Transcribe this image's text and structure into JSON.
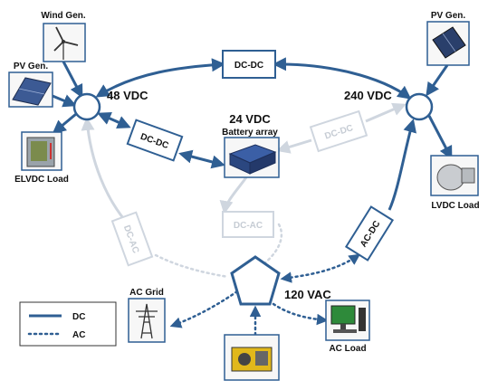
{
  "labels": {
    "wind_gen": "Wind Gen.",
    "pv_gen_left": "PV Gen.",
    "pv_gen_right": "PV Gen.",
    "elvdc_load": "ELVDC Load",
    "lvdc_load": "LVDC Load",
    "bus_48": "48 VDC",
    "bus_240": "240 VDC",
    "bus_24": "24 VDC",
    "battery_array": "Battery array",
    "bus_120": "120 VAC",
    "ac_grid": "AC Grid",
    "ac_load": "AC Load"
  },
  "converters": {
    "top": "DC-DC",
    "left": "DC-DC",
    "right_faded": "DC-DC",
    "center_faded": "DC-AC",
    "left_faded": "DC-AC",
    "right": "AC-DC"
  },
  "legend": {
    "dc": "DC",
    "ac": "AC"
  },
  "colors": {
    "line": "#2f5f93",
    "faded": "#cfd6df"
  }
}
